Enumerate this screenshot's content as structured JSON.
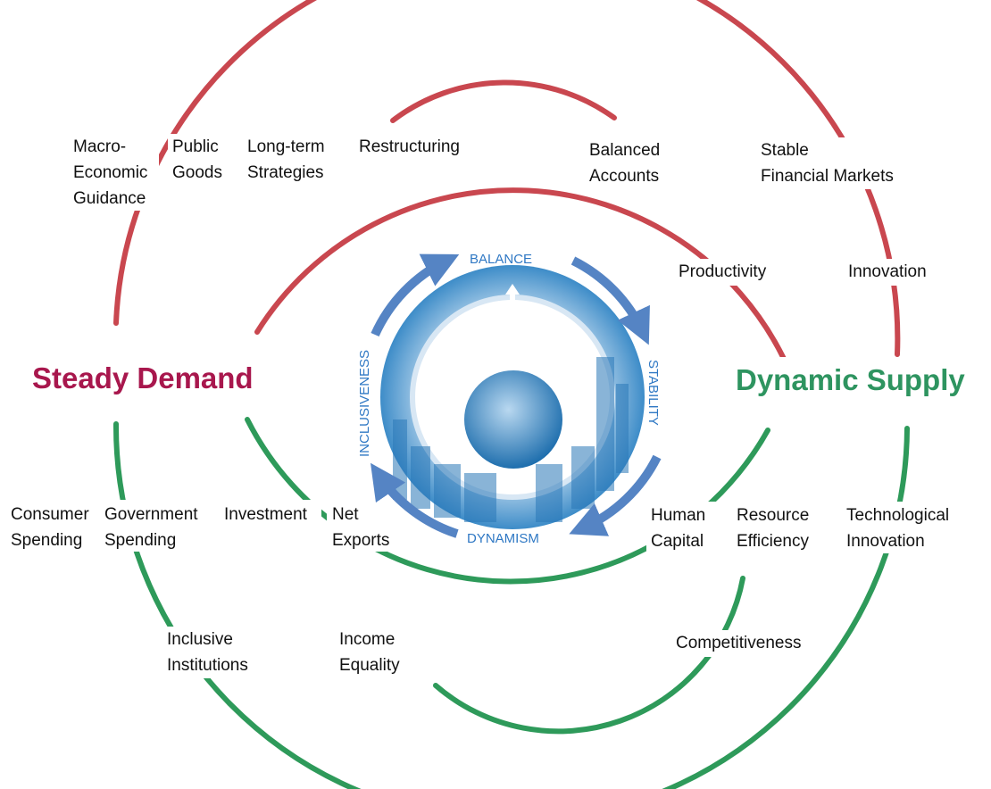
{
  "colors": {
    "demand": "#a8174d",
    "supply": "#2e9460",
    "red_arc": "#c9474f",
    "green_arc": "#2e9a5a",
    "cycle": "#5584c4"
  },
  "headings": {
    "left": "Steady Demand",
    "right": "Dynamic Supply"
  },
  "cycle": {
    "top": "BALANCE",
    "right": "STABILITY",
    "bottom": "DYNAMISM",
    "left": "INCLUSIVENESS"
  },
  "center_image": "city-circle-icon",
  "labels": {
    "macro": "Macro-\nEconomic\nGuidance",
    "public_goods": "Public\nGoods",
    "long_term": "Long-term\nStrategies",
    "restructuring": "Restructuring",
    "balanced_accounts": "Balanced\nAccounts",
    "stable_fin": "Stable\nFinancial Markets",
    "productivity": "Productivity",
    "innovation": "Innovation",
    "consumer": "Consumer\nSpending",
    "government": "Government\nSpending",
    "investment": "Investment",
    "net_exports": "Net\nExports",
    "human_capital": "Human\nCapital",
    "resource_eff": "Resource\nEfficiency",
    "tech_innov": "Technological\nInnovation",
    "inclusive_inst": "Inclusive\nInstitutions",
    "income_eq": "Income\nEquality",
    "competitiveness": "Competitiveness"
  }
}
